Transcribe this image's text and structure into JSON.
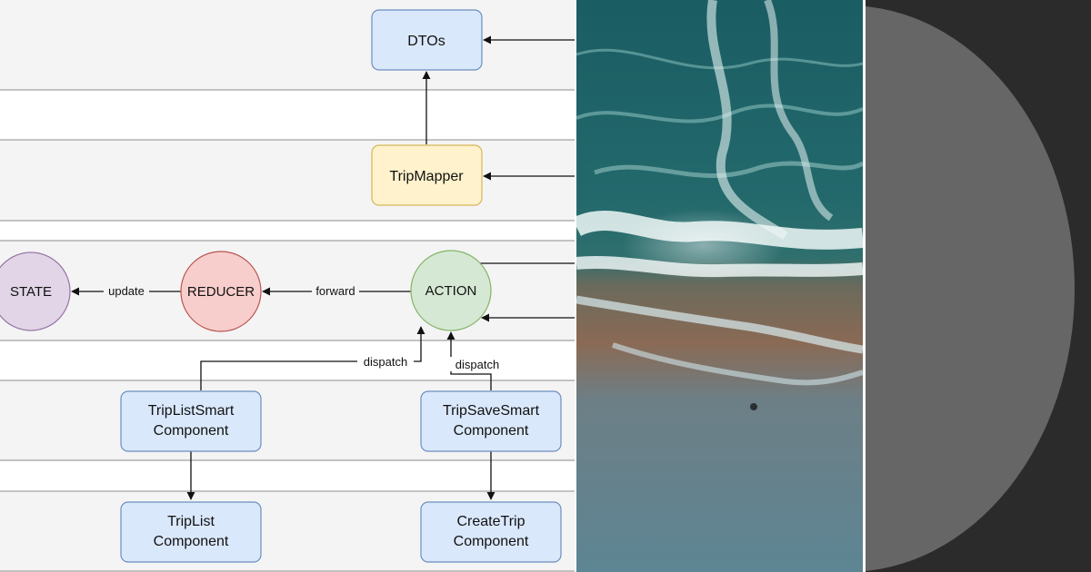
{
  "diagram": {
    "nodes": {
      "dtos": "DTOs",
      "trip_mapper": "TripMapper",
      "state": "STATE",
      "reducer": "REDUCER",
      "action": "ACTION",
      "trip_list_smart": [
        "TripListSmart",
        "Component"
      ],
      "trip_save_smart": [
        "TripSaveSmart",
        "Component"
      ],
      "trip_list": [
        "TripList",
        "Component"
      ],
      "create_trip": [
        "CreateTrip",
        "Component"
      ]
    },
    "edge_labels": {
      "update": "update",
      "forward": "forward",
      "dispatch_left": "dispatch",
      "dispatch_right": "dispatch"
    },
    "colors": {
      "blue_fill": "#dae8fc",
      "blue_stroke": "#6c8ebf",
      "yellow_fill": "#fff2cc",
      "yellow_stroke": "#d6b656",
      "purple_fill": "#e1d5e7",
      "purple_stroke": "#9673a6",
      "red_fill": "#f8cecc",
      "red_stroke": "#b85450",
      "green_fill": "#d5e8d4",
      "green_stroke": "#82b366"
    }
  },
  "photo": {
    "subject": "aerial-ocean-shoreline",
    "colors": {
      "deep_water": "#1e5960",
      "foam": "#dfeeee",
      "wet_sand": "#8a6a55",
      "shallow": "#5f8a94"
    }
  },
  "disc": {
    "colors": {
      "background": "#2b2b2b",
      "disc": "#666666"
    }
  }
}
